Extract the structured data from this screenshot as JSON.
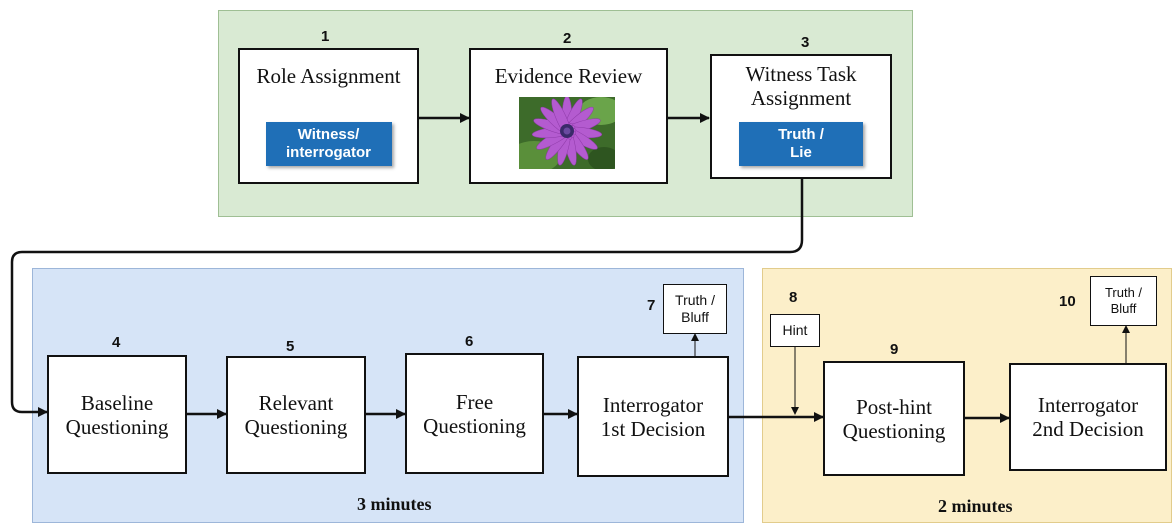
{
  "steps": [
    {
      "number": "1",
      "label": "Role Assignment",
      "chip": "Witness/\ninterrogator"
    },
    {
      "number": "2",
      "label": "Evidence Review"
    },
    {
      "number": "3",
      "label": "Witness Task\nAssignment",
      "chip": "Truth /\nLie"
    },
    {
      "number": "4",
      "label": "Baseline\nQuestioning"
    },
    {
      "number": "5",
      "label": "Relevant\nQuestioning"
    },
    {
      "number": "6",
      "label": "Free\nQuestioning"
    },
    {
      "number": "7",
      "label": "Interrogator\n1st Decision",
      "output": "Truth /\nBluff"
    },
    {
      "number": "8",
      "label": "Hint"
    },
    {
      "number": "9",
      "label": "Post-hint\nQuestioning"
    },
    {
      "number": "10",
      "label": "Interrogator\n2nd Decision",
      "output": "Truth /\nBluff"
    }
  ],
  "phases": {
    "phase1_duration": "3 minutes",
    "phase2_duration": "2 minutes"
  },
  "colors": {
    "setup_region": "#d9ead3",
    "phase1_region": "#d6e4f7",
    "phase2_region": "#fcefc9",
    "chip": "#1f6fb7"
  }
}
